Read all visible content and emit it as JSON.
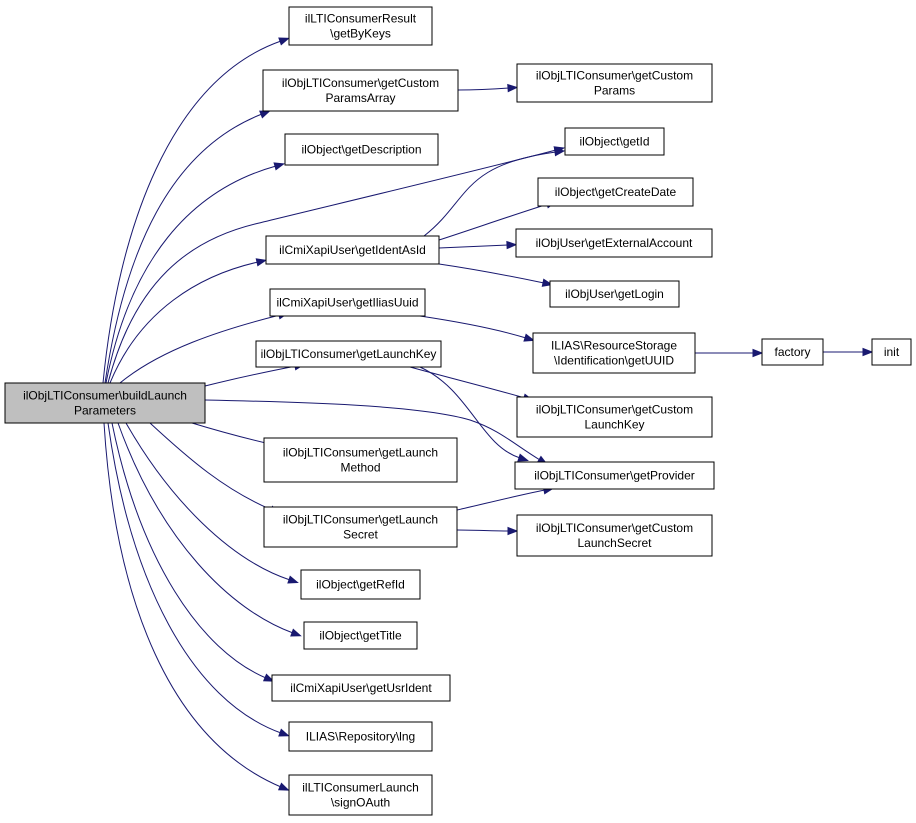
{
  "colors": {
    "edge": "#191970",
    "root_fill": "#bfbfbf",
    "node_fill": "#ffffff",
    "node_border": "#000000"
  },
  "nodes": [
    {
      "id": "buildLaunchParameters",
      "lines": [
        "ilObjLTIConsumer\\buildLaunch",
        "Parameters"
      ],
      "root": true
    },
    {
      "id": "getByKeys",
      "lines": [
        "ilLTIConsumerResult",
        "\\getByKeys"
      ]
    },
    {
      "id": "getCustomParamsArray",
      "lines": [
        "ilObjLTIConsumer\\getCustom",
        "ParamsArray"
      ]
    },
    {
      "id": "getCustomParams",
      "lines": [
        "ilObjLTIConsumer\\getCustom",
        "Params"
      ]
    },
    {
      "id": "getDescription",
      "lines": [
        "ilObject\\getDescription"
      ]
    },
    {
      "id": "getId",
      "lines": [
        "ilObject\\getId"
      ]
    },
    {
      "id": "getCreateDate",
      "lines": [
        "ilObject\\getCreateDate"
      ]
    },
    {
      "id": "getIdentAsId",
      "lines": [
        "ilCmiXapiUser\\getIdentAsId"
      ]
    },
    {
      "id": "getExternalAccount",
      "lines": [
        "ilObjUser\\getExternalAccount"
      ]
    },
    {
      "id": "getLogin",
      "lines": [
        "ilObjUser\\getLogin"
      ]
    },
    {
      "id": "getIliasUuid",
      "lines": [
        "ilCmiXapiUser\\getIliasUuid"
      ]
    },
    {
      "id": "getUUID",
      "lines": [
        "ILIAS\\ResourceStorage",
        "\\Identification\\getUUID"
      ]
    },
    {
      "id": "factory",
      "lines": [
        "factory"
      ]
    },
    {
      "id": "init",
      "lines": [
        "init"
      ]
    },
    {
      "id": "getLaunchKey",
      "lines": [
        "ilObjLTIConsumer\\getLaunchKey"
      ]
    },
    {
      "id": "getCustomLaunchKey",
      "lines": [
        "ilObjLTIConsumer\\getCustom",
        "LaunchKey"
      ]
    },
    {
      "id": "getLaunchMethod",
      "lines": [
        "ilObjLTIConsumer\\getLaunch",
        "Method"
      ]
    },
    {
      "id": "getProvider",
      "lines": [
        "ilObjLTIConsumer\\getProvider"
      ]
    },
    {
      "id": "getLaunchSecret",
      "lines": [
        "ilObjLTIConsumer\\getLaunch",
        "Secret"
      ]
    },
    {
      "id": "getCustomLaunchSecret",
      "lines": [
        "ilObjLTIConsumer\\getCustom",
        "LaunchSecret"
      ]
    },
    {
      "id": "getRefId",
      "lines": [
        "ilObject\\getRefId"
      ]
    },
    {
      "id": "getTitle",
      "lines": [
        "ilObject\\getTitle"
      ]
    },
    {
      "id": "getUsrIdent",
      "lines": [
        "ilCmiXapiUser\\getUsrIdent"
      ]
    },
    {
      "id": "lng",
      "lines": [
        "ILIAS\\Repository\\lng"
      ]
    },
    {
      "id": "signOAuth",
      "lines": [
        "ilLTIConsumerLaunch",
        "\\signOAuth"
      ]
    }
  ],
  "edges": [
    [
      "buildLaunchParameters",
      "getByKeys"
    ],
    [
      "buildLaunchParameters",
      "getCustomParamsArray"
    ],
    [
      "buildLaunchParameters",
      "getDescription"
    ],
    [
      "buildLaunchParameters",
      "getId"
    ],
    [
      "buildLaunchParameters",
      "getIdentAsId"
    ],
    [
      "buildLaunchParameters",
      "getIliasUuid"
    ],
    [
      "buildLaunchParameters",
      "getLaunchKey"
    ],
    [
      "buildLaunchParameters",
      "getProvider"
    ],
    [
      "buildLaunchParameters",
      "getLaunchMethod"
    ],
    [
      "buildLaunchParameters",
      "getLaunchSecret"
    ],
    [
      "buildLaunchParameters",
      "getRefId"
    ],
    [
      "buildLaunchParameters",
      "getTitle"
    ],
    [
      "buildLaunchParameters",
      "getUsrIdent"
    ],
    [
      "buildLaunchParameters",
      "lng"
    ],
    [
      "buildLaunchParameters",
      "signOAuth"
    ],
    [
      "getCustomParamsArray",
      "getCustomParams"
    ],
    [
      "getIdentAsId",
      "getId"
    ],
    [
      "getIdentAsId",
      "getCreateDate"
    ],
    [
      "getIdentAsId",
      "getExternalAccount"
    ],
    [
      "getIdentAsId",
      "getLogin"
    ],
    [
      "getIliasUuid",
      "getUUID"
    ],
    [
      "getUUID",
      "factory"
    ],
    [
      "factory",
      "init"
    ],
    [
      "getLaunchKey",
      "getCustomLaunchKey"
    ],
    [
      "getLaunchKey",
      "getProvider"
    ],
    [
      "getLaunchSecret",
      "getProvider"
    ],
    [
      "getLaunchSecret",
      "getCustomLaunchSecret"
    ]
  ]
}
